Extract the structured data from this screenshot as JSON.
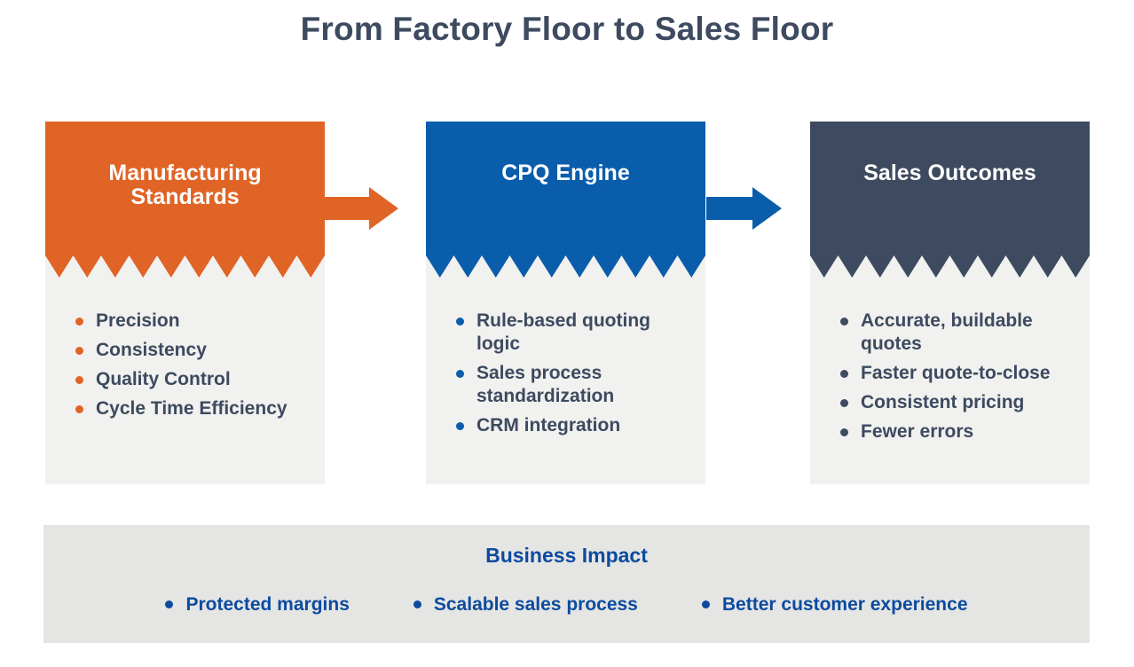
{
  "title": "From Factory Floor to Sales Floor",
  "colors": {
    "orange": "#DF6426",
    "blue": "#0A5DAB",
    "dark": "#3D4A5F",
    "body_gray": "#F1F1EF",
    "panel_gray": "#E5E5E4",
    "impact_blue": "#0C4B9F"
  },
  "columns": [
    {
      "title": "Manufacturing Standards",
      "accent": "#DF6426",
      "items": [
        "Precision",
        "Consistency",
        "Quality Control",
        "Cycle Time Efficiency"
      ]
    },
    {
      "title": "CPQ Engine",
      "accent": "#0A5DAB",
      "items": [
        "Rule-based quoting logic",
        "Sales process standardization",
        "CRM integration"
      ]
    },
    {
      "title": "Sales Outcomes",
      "accent": "#3D4A5F",
      "items": [
        "Accurate, buildable quotes",
        "Faster quote-to-close",
        "Consistent pricing",
        "Fewer errors"
      ]
    }
  ],
  "arrows": [
    {
      "name": "manufacturing-to-cpq",
      "color": "#DF6426"
    },
    {
      "name": "cpq-to-sales",
      "color": "#0A5DAB"
    }
  ],
  "impact": {
    "title": "Business Impact",
    "items": [
      "Protected margins",
      "Scalable sales process",
      "Better customer experience"
    ]
  }
}
